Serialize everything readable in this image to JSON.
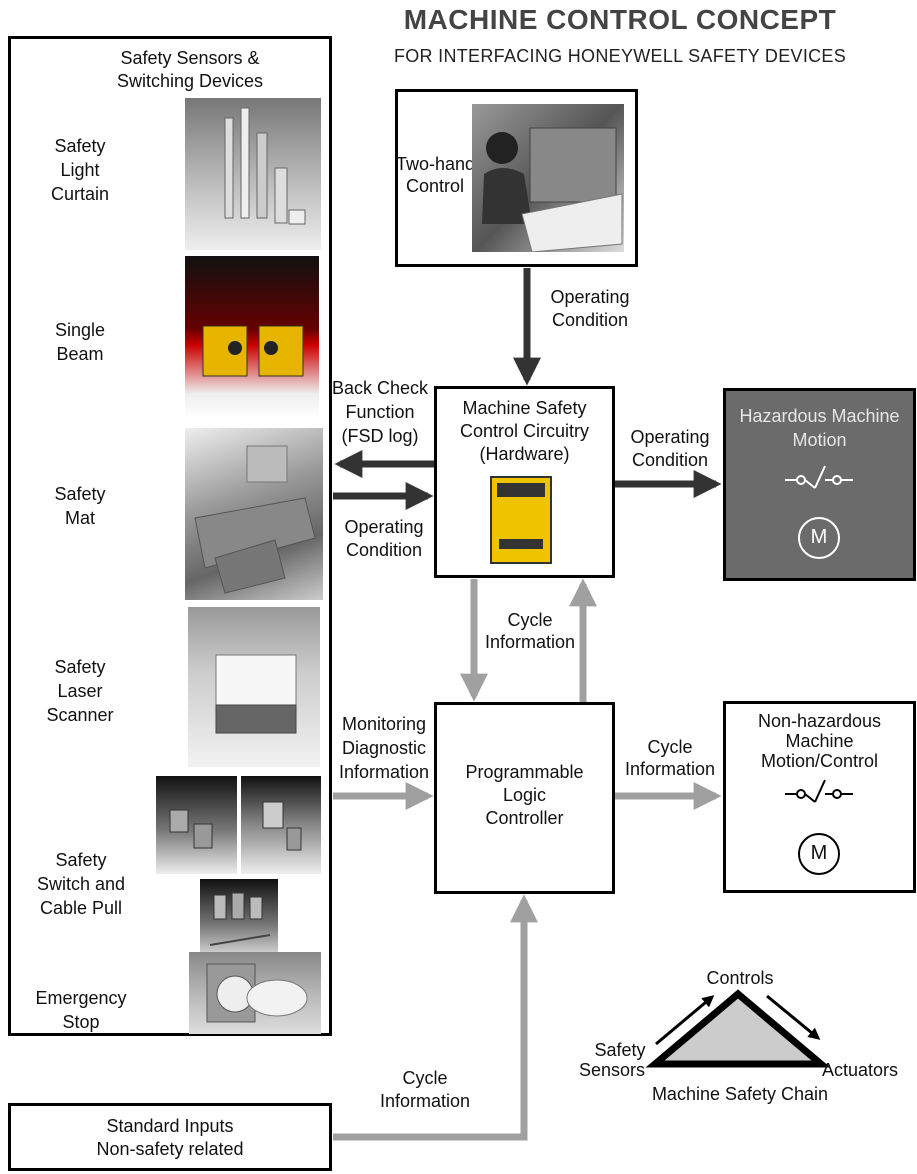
{
  "title": "MACHINE CONTROL CONCEPT",
  "subtitle": "FOR INTERFACING HONEYWELL SAFETY DEVICES",
  "sensors_panel": {
    "heading_line1": "Safety Sensors &",
    "heading_line2": "Switching Devices",
    "items": [
      {
        "line1": "Safety",
        "line2": "Light",
        "line3": "Curtain"
      },
      {
        "line1": "Single",
        "line2": "Beam"
      },
      {
        "line1": "Safety",
        "line2": "Mat"
      },
      {
        "line1": "Safety",
        "line2": "Laser",
        "line3": "Scanner"
      },
      {
        "line1": "Safety",
        "line2": "Switch and",
        "line3": "Cable Pull"
      },
      {
        "line1": "Emergency",
        "line2": "Stop"
      }
    ]
  },
  "standard_inputs": {
    "line1": "Standard Inputs",
    "line2": "Non-safety related"
  },
  "two_hand": {
    "line1": "Two-hand",
    "line2": "Control"
  },
  "safety_control": {
    "line1": "Machine Safety",
    "line2": "Control Circuitry",
    "line3": "(Hardware)"
  },
  "plc": {
    "line1": "Programmable",
    "line2": "Logic",
    "line3": "Controller"
  },
  "hazardous": {
    "line1": "Hazardous Machine",
    "line2": "Motion",
    "motor": "M"
  },
  "non_hazardous": {
    "line1": "Non-hazardous",
    "line2": "Machine",
    "line3": "Motion/Control",
    "motor": "M"
  },
  "labels": {
    "op_cond_top": {
      "line1": "Operating",
      "line2": "Condition"
    },
    "back_check": {
      "line1": "Back Check",
      "line2": "Function",
      "line3": "(FSD log)"
    },
    "op_cond_left": {
      "line1": "Operating",
      "line2": "Condition"
    },
    "op_cond_right": {
      "line1": "Operating",
      "line2": "Condition"
    },
    "cycle_mid": {
      "line1": "Cycle",
      "line2": "Information"
    },
    "monitoring": {
      "line1": "Monitoring",
      "line2": "Diagnostic",
      "line3": "Information"
    },
    "cycle_right": {
      "line1": "Cycle",
      "line2": "Information"
    },
    "cycle_bottom": {
      "line1": "Cycle",
      "line2": "Information"
    }
  },
  "chain": {
    "top": "Controls",
    "left_line1": "Safety",
    "left_line2": "Sensors",
    "right": "Actuators",
    "caption": "Machine Safety Chain"
  },
  "colors": {
    "dark_arrow": "#333333",
    "light_arrow": "#a0a0a0",
    "hazard_fill": "#6b6b6b",
    "triangle_fill": "#cccccc"
  }
}
